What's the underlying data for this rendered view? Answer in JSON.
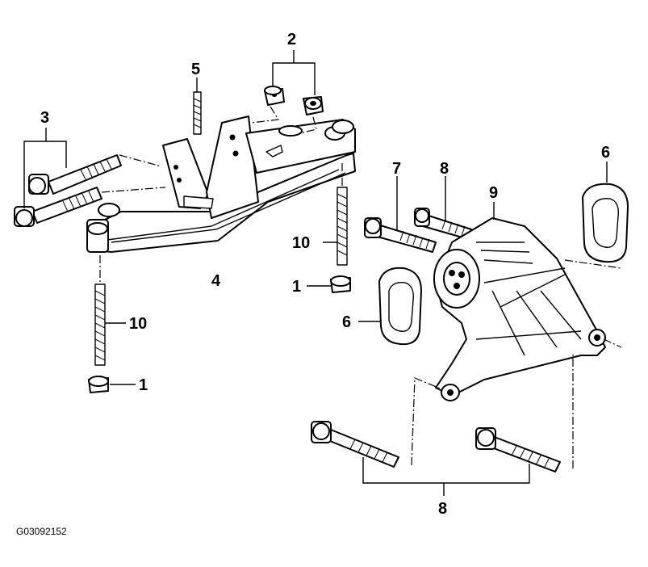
{
  "diagram": {
    "figure_id": "G03092152",
    "callouts": {
      "nut_upper": "1",
      "nut_lower": "1",
      "nut_pair": "2",
      "bolt_pair_left": "3",
      "bracket": "4",
      "stud_top": "5",
      "pad_right": "6",
      "pad_middle": "6",
      "bolt_upper": "7",
      "bolt_small": "8",
      "bolt_pair_bottom": "8",
      "mount": "9",
      "stud_right": "10",
      "stud_left": "10"
    }
  }
}
